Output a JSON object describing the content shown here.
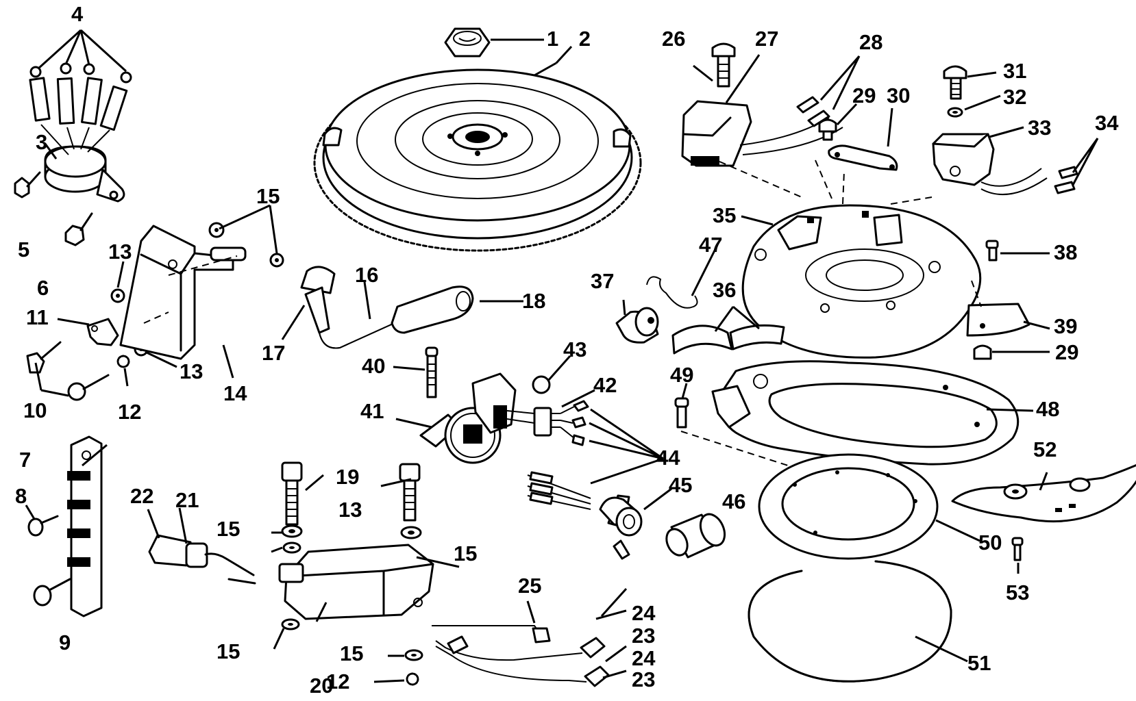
{
  "callouts": [
    {
      "id": "c1",
      "label": "1"
    },
    {
      "id": "c2",
      "label": "2"
    },
    {
      "id": "c3",
      "label": "3"
    },
    {
      "id": "c4",
      "label": "4"
    },
    {
      "id": "c5",
      "label": "5"
    },
    {
      "id": "c6",
      "label": "6"
    },
    {
      "id": "c7",
      "label": "7"
    },
    {
      "id": "c8",
      "label": "8"
    },
    {
      "id": "c9",
      "label": "9"
    },
    {
      "id": "c10",
      "label": "10"
    },
    {
      "id": "c11",
      "label": "11"
    },
    {
      "id": "c12a",
      "label": "12"
    },
    {
      "id": "c12b",
      "label": "12"
    },
    {
      "id": "c13a",
      "label": "13"
    },
    {
      "id": "c13b",
      "label": "13"
    },
    {
      "id": "c13c",
      "label": "13"
    },
    {
      "id": "c14",
      "label": "14"
    },
    {
      "id": "c15a",
      "label": "15"
    },
    {
      "id": "c15b",
      "label": "15"
    },
    {
      "id": "c15c",
      "label": "15"
    },
    {
      "id": "c15d",
      "label": "15"
    },
    {
      "id": "c15e",
      "label": "15"
    },
    {
      "id": "c16",
      "label": "16"
    },
    {
      "id": "c17",
      "label": "17"
    },
    {
      "id": "c18",
      "label": "18"
    },
    {
      "id": "c19",
      "label": "19"
    },
    {
      "id": "c20",
      "label": "20"
    },
    {
      "id": "c21",
      "label": "21"
    },
    {
      "id": "c22",
      "label": "22"
    },
    {
      "id": "c23a",
      "label": "23"
    },
    {
      "id": "c23b",
      "label": "23"
    },
    {
      "id": "c24a",
      "label": "24"
    },
    {
      "id": "c24b",
      "label": "24"
    },
    {
      "id": "c25",
      "label": "25"
    },
    {
      "id": "c26",
      "label": "26"
    },
    {
      "id": "c27",
      "label": "27"
    },
    {
      "id": "c28",
      "label": "28"
    },
    {
      "id": "c29a",
      "label": "29"
    },
    {
      "id": "c29b",
      "label": "29"
    },
    {
      "id": "c30",
      "label": "30"
    },
    {
      "id": "c31",
      "label": "31"
    },
    {
      "id": "c32",
      "label": "32"
    },
    {
      "id": "c33",
      "label": "33"
    },
    {
      "id": "c34",
      "label": "34"
    },
    {
      "id": "c35",
      "label": "35"
    },
    {
      "id": "c36",
      "label": "36"
    },
    {
      "id": "c37",
      "label": "37"
    },
    {
      "id": "c38",
      "label": "38"
    },
    {
      "id": "c39",
      "label": "39"
    },
    {
      "id": "c40",
      "label": "40"
    },
    {
      "id": "c41",
      "label": "41"
    },
    {
      "id": "c42",
      "label": "42"
    },
    {
      "id": "c43",
      "label": "43"
    },
    {
      "id": "c44",
      "label": "44"
    },
    {
      "id": "c45",
      "label": "45"
    },
    {
      "id": "c46",
      "label": "46"
    },
    {
      "id": "c47",
      "label": "47"
    },
    {
      "id": "c48",
      "label": "48"
    },
    {
      "id": "c49",
      "label": "49"
    },
    {
      "id": "c50",
      "label": "50"
    },
    {
      "id": "c51",
      "label": "51"
    },
    {
      "id": "c52",
      "label": "52"
    },
    {
      "id": "c53",
      "label": "53"
    }
  ]
}
